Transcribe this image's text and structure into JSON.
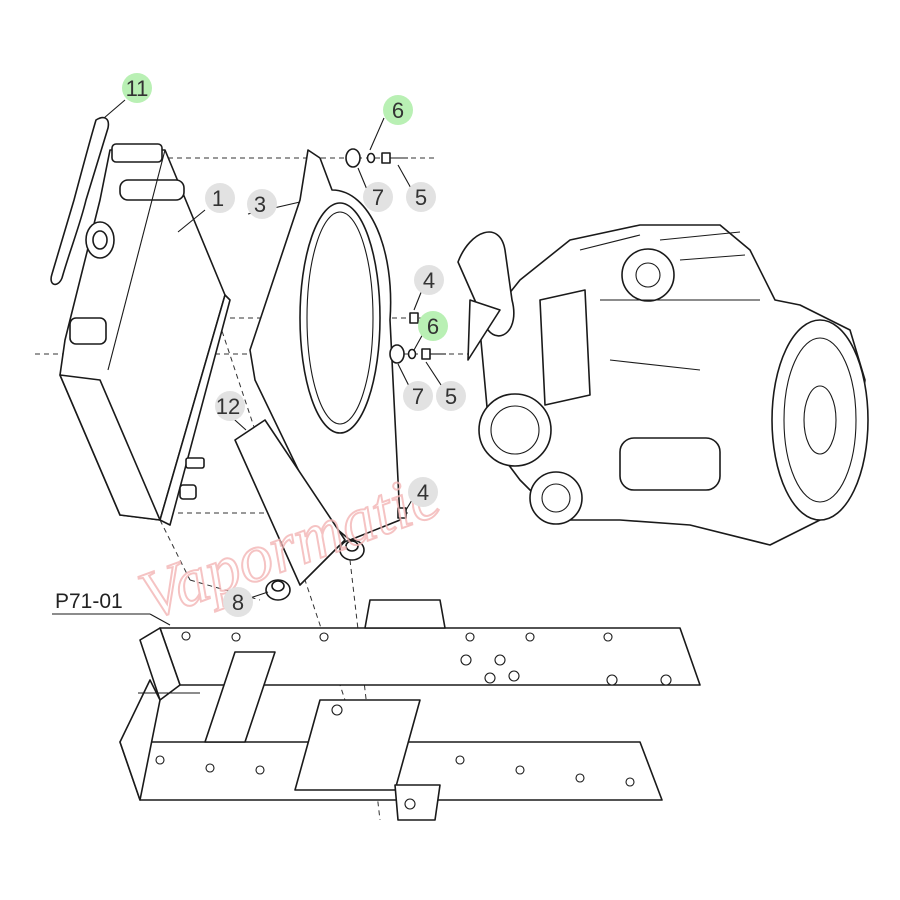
{
  "diagram": {
    "reference_code": "P71-01",
    "watermark": "Vapormatic",
    "callouts": [
      {
        "id": "c11",
        "label": "11",
        "highlight": true
      },
      {
        "id": "c6a",
        "label": "6",
        "highlight": true
      },
      {
        "id": "c1",
        "label": "1",
        "highlight": false
      },
      {
        "id": "c3",
        "label": "3",
        "highlight": false
      },
      {
        "id": "c7a",
        "label": "7",
        "highlight": false
      },
      {
        "id": "c5a",
        "label": "5",
        "highlight": false
      },
      {
        "id": "c4a",
        "label": "4",
        "highlight": false
      },
      {
        "id": "c6b",
        "label": "6",
        "highlight": true
      },
      {
        "id": "c12",
        "label": "12",
        "highlight": false
      },
      {
        "id": "c7b",
        "label": "7",
        "highlight": false
      },
      {
        "id": "c5b",
        "label": "5",
        "highlight": false
      },
      {
        "id": "c4b",
        "label": "4",
        "highlight": false
      },
      {
        "id": "c8",
        "label": "8",
        "highlight": false
      }
    ],
    "colors": {
      "highlight": "#b9f0b4",
      "callout_bubble": "#e2e2e2",
      "line": "#1a1a1a",
      "watermark": "#f3b5b5"
    }
  }
}
